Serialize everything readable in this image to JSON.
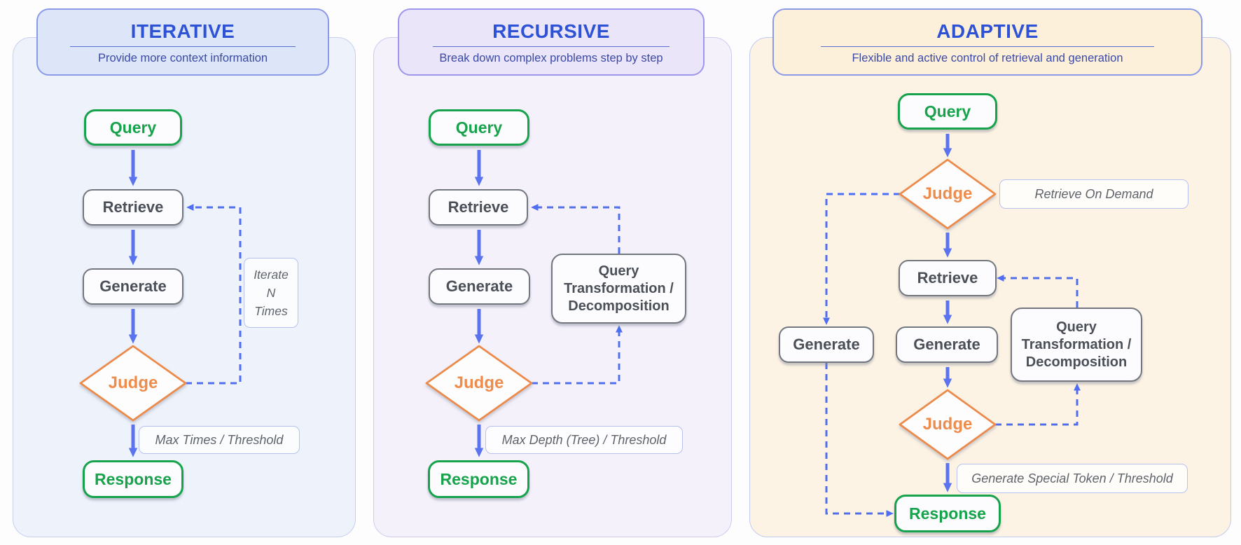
{
  "panels": [
    {
      "id": "iterative",
      "title": "ITERATIVE",
      "subtitle": "Provide more context information",
      "nodes": {
        "query": "Query",
        "retrieve": "Retrieve",
        "generate": "Generate",
        "judge": "Judge",
        "response": "Response"
      },
      "notes": {
        "loop": "Iterate N Times",
        "exit": "Max Times / Threshold"
      }
    },
    {
      "id": "recursive",
      "title": "RECURSIVE",
      "subtitle": "Break down complex problems step by step",
      "nodes": {
        "query": "Query",
        "retrieve": "Retrieve",
        "generate": "Generate",
        "judge": "Judge",
        "response": "Response",
        "transform": "Query Transformation / Decomposition"
      },
      "notes": {
        "exit": "Max Depth (Tree) / Threshold"
      }
    },
    {
      "id": "adaptive",
      "title": "ADAPTIVE",
      "subtitle": "Flexible and  active control of retrieval and generation",
      "nodes": {
        "query": "Query",
        "judge_top": "Judge",
        "retrieve": "Retrieve",
        "generate_left": "Generate",
        "generate": "Generate",
        "judge_bottom": "Judge",
        "response": "Response",
        "transform": "Query Transformation / Decomposition"
      },
      "notes": {
        "demand": "Retrieve On  Demand",
        "exit": "Generate Special Token / Threshold"
      }
    }
  ],
  "colors": {
    "title_blue": "#2d52d5",
    "subtitle_blue": "#3a49a6",
    "arrow_blue": "#5b73ee",
    "dash_blue": "#4f6ef0",
    "node_green": "#17a34b",
    "judge_orange": "#ec8a4a",
    "node_gray_border": "#72777f",
    "iterative_bg": "#edf2fb",
    "recursive_bg": "#f4f1fb",
    "adaptive_bg": "#fdf3e4"
  }
}
